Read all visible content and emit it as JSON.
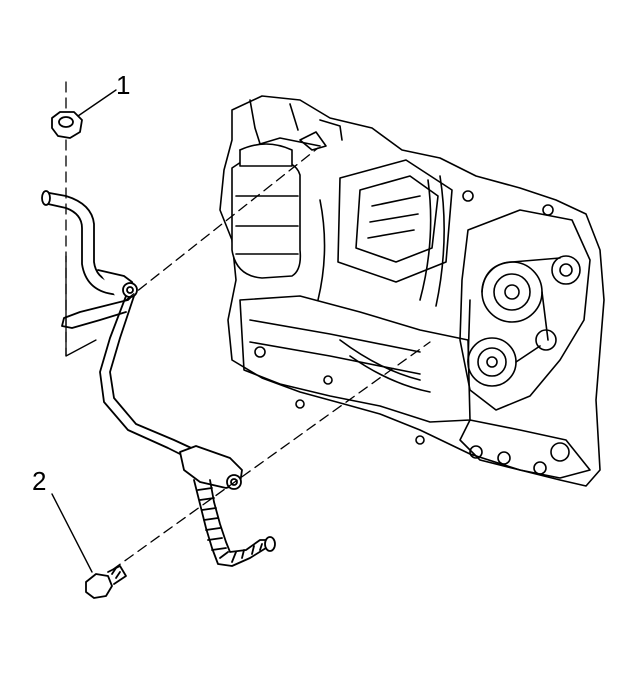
{
  "diagram": {
    "callouts": [
      {
        "id": "1",
        "label": "1",
        "part": "nut"
      },
      {
        "id": "2",
        "label": "2",
        "part": "bolt"
      }
    ],
    "colors": {
      "ink": "#000000",
      "paper": "#ffffff"
    }
  }
}
